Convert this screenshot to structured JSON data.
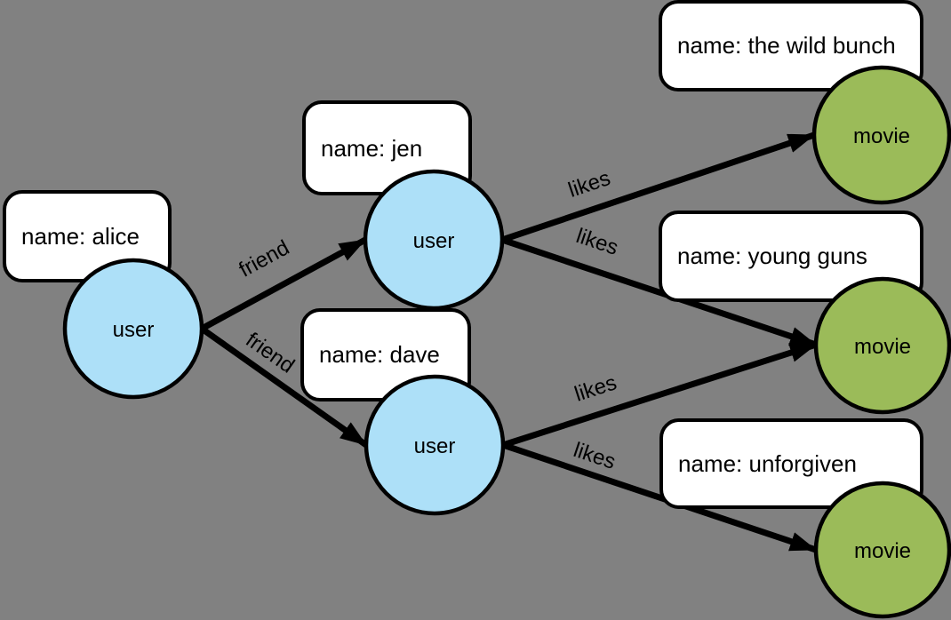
{
  "colors": {
    "background": "#818181",
    "user_fill": "#ADE0F8",
    "movie_fill": "#9BBB59",
    "box_fill": "#FFFFFF",
    "stroke": "#000000",
    "text": "#000000"
  },
  "nodes": [
    {
      "id": "alice",
      "type": "user",
      "label": "user",
      "property": "name: alice"
    },
    {
      "id": "jen",
      "type": "user",
      "label": "user",
      "property": "name: jen"
    },
    {
      "id": "dave",
      "type": "user",
      "label": "user",
      "property": "name: dave"
    },
    {
      "id": "the-wild-bunch",
      "type": "movie",
      "label": "movie",
      "property": "name: the wild bunch"
    },
    {
      "id": "young-guns",
      "type": "movie",
      "label": "movie",
      "property": "name: young guns"
    },
    {
      "id": "unforgiven",
      "type": "movie",
      "label": "movie",
      "property": "name: unforgiven"
    }
  ],
  "edges": [
    {
      "from": "alice",
      "to": "jen",
      "label": "friend"
    },
    {
      "from": "alice",
      "to": "dave",
      "label": "friend"
    },
    {
      "from": "jen",
      "to": "the-wild-bunch",
      "label": "likes"
    },
    {
      "from": "jen",
      "to": "young-guns",
      "label": "likes"
    },
    {
      "from": "dave",
      "to": "young-guns",
      "label": "likes"
    },
    {
      "from": "dave",
      "to": "unforgiven",
      "label": "likes"
    }
  ]
}
